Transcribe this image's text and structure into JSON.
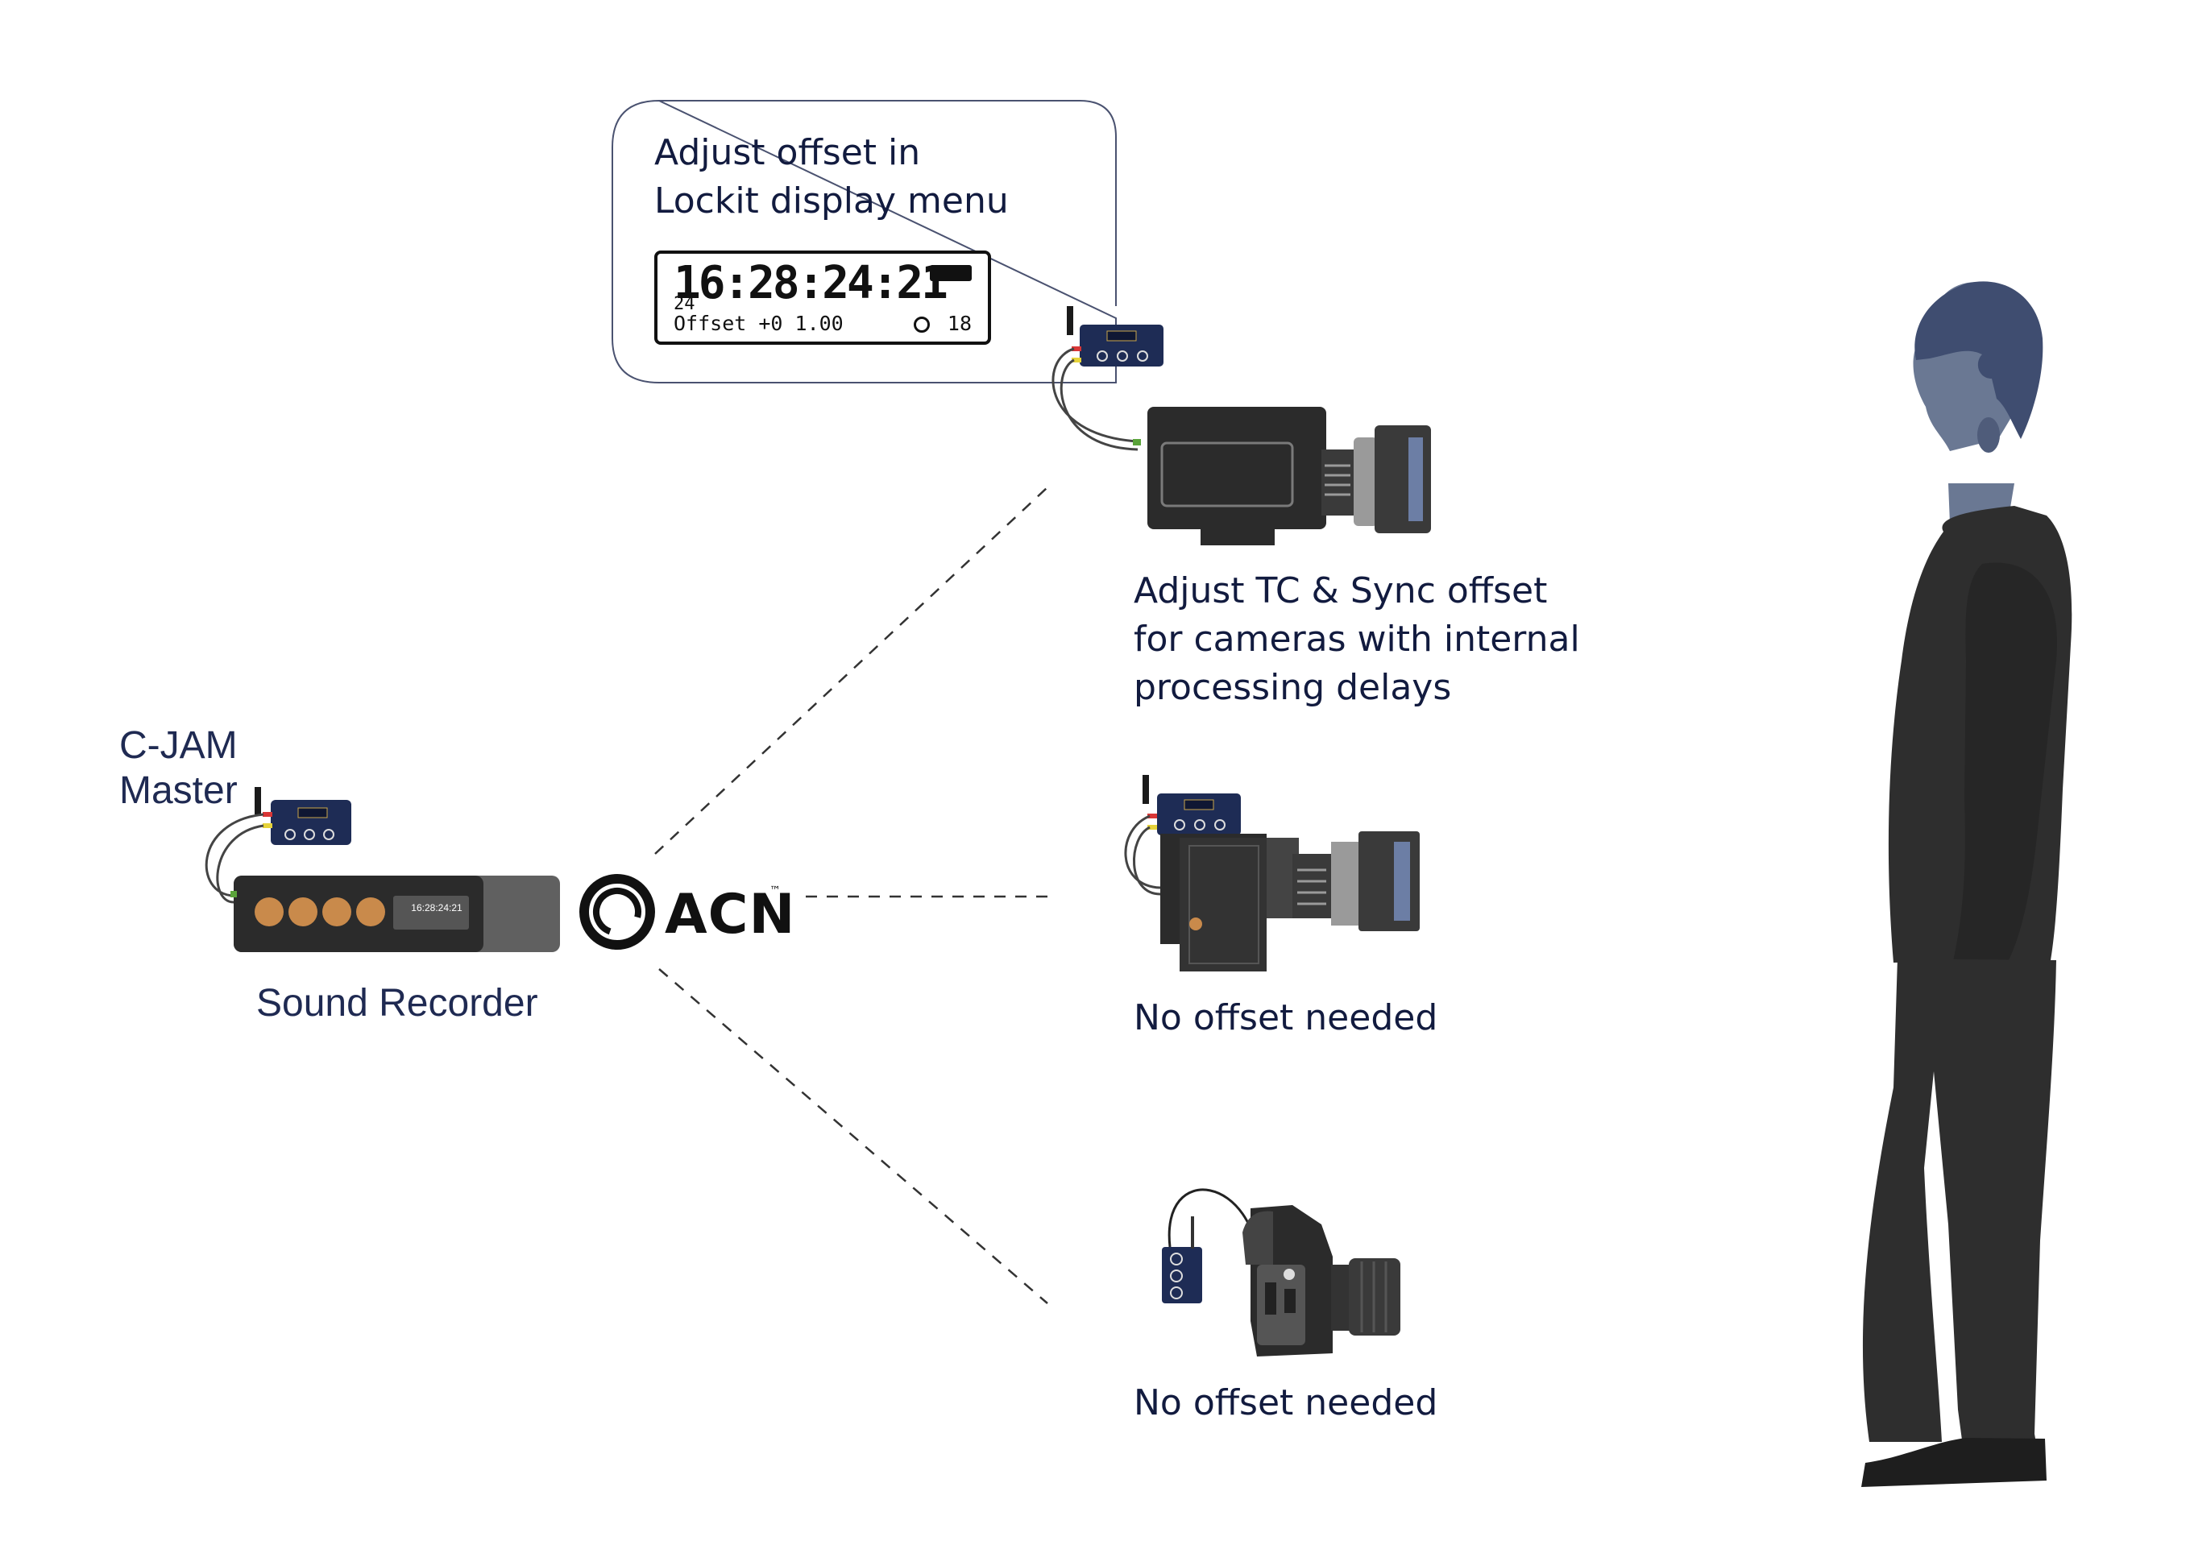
{
  "callout": {
    "title_line1": "Adjust offset in",
    "title_line2": "Lockit display menu",
    "lcd": {
      "timecode": "16:28:24:21",
      "fps": "24",
      "offset": "Offset +0 1.00",
      "count": "18"
    }
  },
  "master": {
    "label_line1": "C-JAM",
    "label_line2": "Master",
    "recorder_label": "Sound Recorder",
    "recorder_display": "16:28:24:21"
  },
  "acn": {
    "text": "ACN",
    "tm": "™"
  },
  "cameras": [
    {
      "label_lines": [
        "Adjust TC & Sync offset",
        "for cameras with internal",
        "processing delays"
      ]
    },
    {
      "label_lines": [
        "No offset needed"
      ]
    },
    {
      "label_lines": [
        "No offset needed"
      ]
    }
  ],
  "colors": {
    "navy_text": "#121b3f",
    "device_blue": "#1e2c55",
    "recorder_button": "#c98a4b",
    "person_skin": "#6a7893",
    "person_hair": "#3f4d70",
    "person_clothes": "#2e2e2e"
  }
}
